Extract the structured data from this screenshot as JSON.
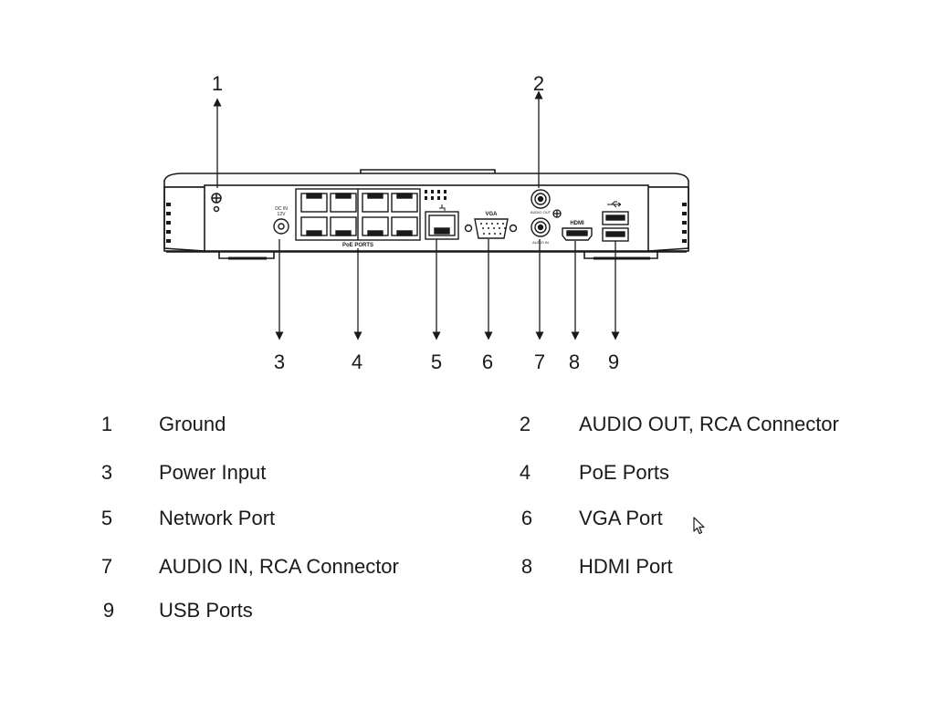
{
  "callouts": [
    "1",
    "2",
    "3",
    "4",
    "5",
    "6",
    "7",
    "8",
    "9"
  ],
  "panel_labels": {
    "dc_in": "DC IN",
    "dc_in_volt": "12V",
    "poe_ports": "PoE PORTS",
    "vga": "VGA",
    "hdmi": "HDMI",
    "audio_out": "AUDIO OUT",
    "audio_in": "AUDIO IN"
  },
  "legend": [
    {
      "num": "1",
      "label": "Ground"
    },
    {
      "num": "2",
      "label": "AUDIO OUT, RCA Connector"
    },
    {
      "num": "3",
      "label": "Power Input"
    },
    {
      "num": "4",
      "label": "PoE Ports"
    },
    {
      "num": "5",
      "label": "Network Port"
    },
    {
      "num": "6",
      "label": "VGA Port"
    },
    {
      "num": "7",
      "label": "AUDIO IN, RCA Connector"
    },
    {
      "num": "8",
      "label": "HDMI Port"
    },
    {
      "num": "9",
      "label": "USB Ports"
    }
  ]
}
